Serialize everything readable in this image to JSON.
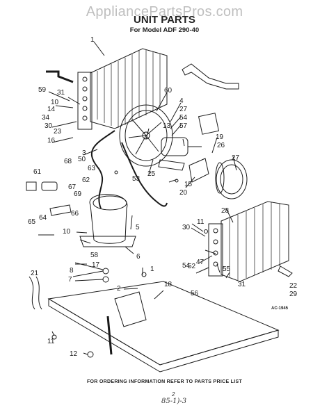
{
  "watermark": "AppliancePartsPros.com",
  "title": "UNIT PARTS",
  "subtitle": "For Model ADF 290-40",
  "footer": "FOR ORDERING INFORMATION REFER TO PARTS PRICE LIST",
  "reference": "AC-1945",
  "handwritten": {
    "small": "2",
    "large": "85-1)-3"
  },
  "callouts": [
    "1",
    "59",
    "31",
    "10",
    "14",
    "34",
    "30",
    "23",
    "16",
    "3",
    "50",
    "60",
    "13",
    "4",
    "27",
    "54",
    "57",
    "25",
    "53",
    "15",
    "20",
    "19",
    "26",
    "27",
    "63",
    "61",
    "68",
    "62",
    "67",
    "69",
    "65",
    "64",
    "66",
    "5",
    "28",
    "11",
    "30",
    "10",
    "58",
    "17",
    "6",
    "1",
    "54",
    "52",
    "47",
    "55",
    "31",
    "22",
    "29",
    "8",
    "7",
    "2",
    "21",
    "18",
    "11",
    "12",
    "56"
  ]
}
